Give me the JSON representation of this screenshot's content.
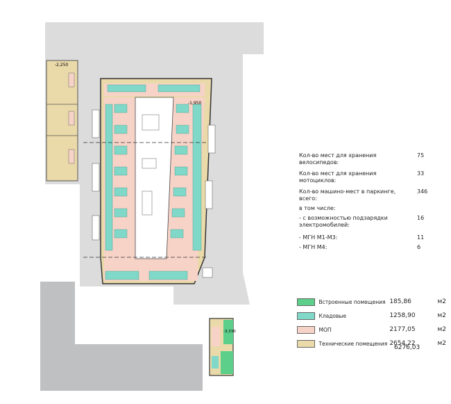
{
  "levels": {
    "left_block": "-2,250",
    "main_block": "-1,950",
    "small_block": "-3,330"
  },
  "stats": [
    {
      "label": "Кол-во мест для хранения велосипедов:",
      "value": "75"
    },
    {
      "label": "Кол-во мест для хранения мотоциклов:",
      "value": "33"
    },
    {
      "label": "Кол-во машино-мест в паркинге, всего:",
      "value": "346"
    },
    {
      "label": "в том числе:",
      "value": ""
    },
    {
      "label": "- с возможностью подзарядки электромобилей:",
      "value": "16"
    },
    {
      "label": "- МГН М1-М3:",
      "value": "11"
    },
    {
      "label": "- МГН М4:",
      "value": "6"
    }
  ],
  "legend": [
    {
      "label": "Встроенные помещения",
      "value": "185,86",
      "unit": "м2",
      "color": "#5ccf8a"
    },
    {
      "label": "Кладовые",
      "value": "1258,90",
      "unit": "м2",
      "color": "#7fd8c8"
    },
    {
      "label": "МОП",
      "value": "2177,05",
      "unit": "м2",
      "color": "#f7d3c7"
    },
    {
      "label": "Технические помещения",
      "value": "2654,22",
      "unit": "м2",
      "color": "#ead9a9"
    }
  ],
  "total": "6276,03",
  "colors": {
    "site": "#dcdcdc",
    "road": "#bfc0c2",
    "storage": "#7fd8c8",
    "common": "#f7d3c7",
    "technical": "#ead9a9",
    "builtin": "#5ccf8a"
  }
}
